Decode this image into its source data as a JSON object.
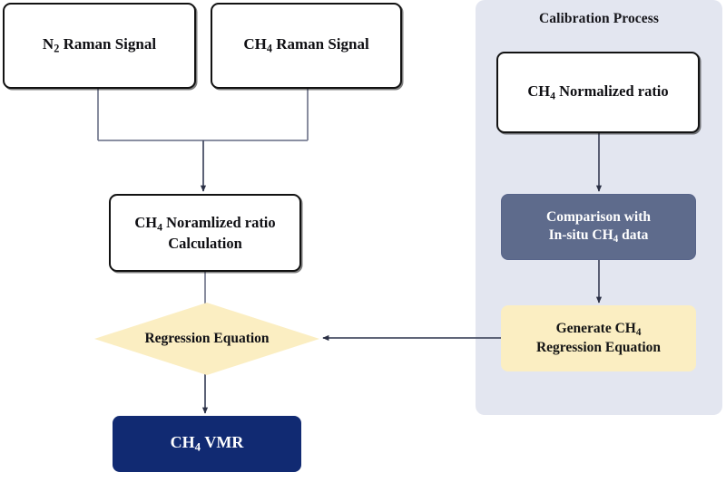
{
  "diagram": {
    "type": "flowchart",
    "title": "CH4 VMR retrieval flowchart with calibration process",
    "colors": {
      "panel_background": "#e3e6f0",
      "outline_box_fill": "#ffffff",
      "outline_box_border": "#121212",
      "comparison_fill": "#5e6b8c",
      "comparison_text": "#ffffff",
      "regression_fill": "#fbeec2",
      "vmr_fill": "#112a72",
      "vmr_text": "#ffffff",
      "connector": "#3a3f52",
      "page_background": "#ffffff"
    }
  },
  "calibration_panel": {
    "title": "Calibration Process"
  },
  "nodes": {
    "n2_raman": {
      "label": "N2 Raman Signal",
      "label_main": "N",
      "label_sub": "2",
      "label_rest": " Raman Signal",
      "shape": "rounded-rectangle",
      "style": "outline"
    },
    "ch4_raman": {
      "label": "CH4 Raman Signal",
      "label_main": "CH",
      "label_sub": "4",
      "label_rest": " Raman Signal",
      "shape": "rounded-rectangle",
      "style": "outline"
    },
    "ch4_normalized_calculation": {
      "label": "CH4 Noramlized ratio Calculation",
      "label_main": "CH",
      "label_sub": "4",
      "label_rest": " Noramlized ratio",
      "line2": "Calculation",
      "shape": "rounded-rectangle",
      "style": "outline"
    },
    "regression_equation": {
      "label": "Regression Equation",
      "shape": "diamond",
      "style": "filled-yellow"
    },
    "ch4_vmr": {
      "label": "CH4 VMR",
      "label_main": "CH",
      "label_sub": "4",
      "label_rest": " VMR",
      "shape": "rounded-rectangle",
      "style": "filled-navy"
    },
    "ch4_normalized_ratio": {
      "label": "CH4 Normalized ratio",
      "label_main": "CH",
      "label_sub": "4",
      "label_rest": " Normalized ratio",
      "shape": "rounded-rectangle",
      "style": "outline"
    },
    "comparison_insitu": {
      "label": "Comparison with In-situ CH4 data",
      "line1": "Comparison with",
      "line2_main": "In-situ CH",
      "line2_sub": "4",
      "line2_rest": " data",
      "shape": "rounded-rectangle",
      "style": "filled-blue"
    },
    "generate_regression": {
      "label": "Generate CH4 Regression Equation",
      "line1_main": "Generate CH",
      "line1_sub": "4",
      "line2": "Regression  Equation",
      "shape": "rounded-rectangle",
      "style": "filled-yellow"
    }
  },
  "edges": [
    {
      "from": "n2_raman",
      "to": "ch4_normalized_calculation",
      "kind": "merge-branch",
      "arrow": false
    },
    {
      "from": "ch4_raman",
      "to": "ch4_normalized_calculation",
      "kind": "merge-branch",
      "arrow": false
    },
    {
      "from": "merge-junction",
      "to": "ch4_normalized_calculation",
      "kind": "vertical",
      "arrow": true
    },
    {
      "from": "ch4_normalized_calculation",
      "to": "regression_equation",
      "kind": "vertical",
      "arrow": false
    },
    {
      "from": "regression_equation",
      "to": "ch4_vmr",
      "kind": "vertical",
      "arrow": true
    },
    {
      "from": "ch4_normalized_ratio",
      "to": "comparison_insitu",
      "kind": "vertical",
      "arrow": true
    },
    {
      "from": "comparison_insitu",
      "to": "generate_regression",
      "kind": "vertical",
      "arrow": true
    },
    {
      "from": "generate_regression",
      "to": "regression_equation",
      "kind": "horizontal-left",
      "arrow": true
    }
  ]
}
